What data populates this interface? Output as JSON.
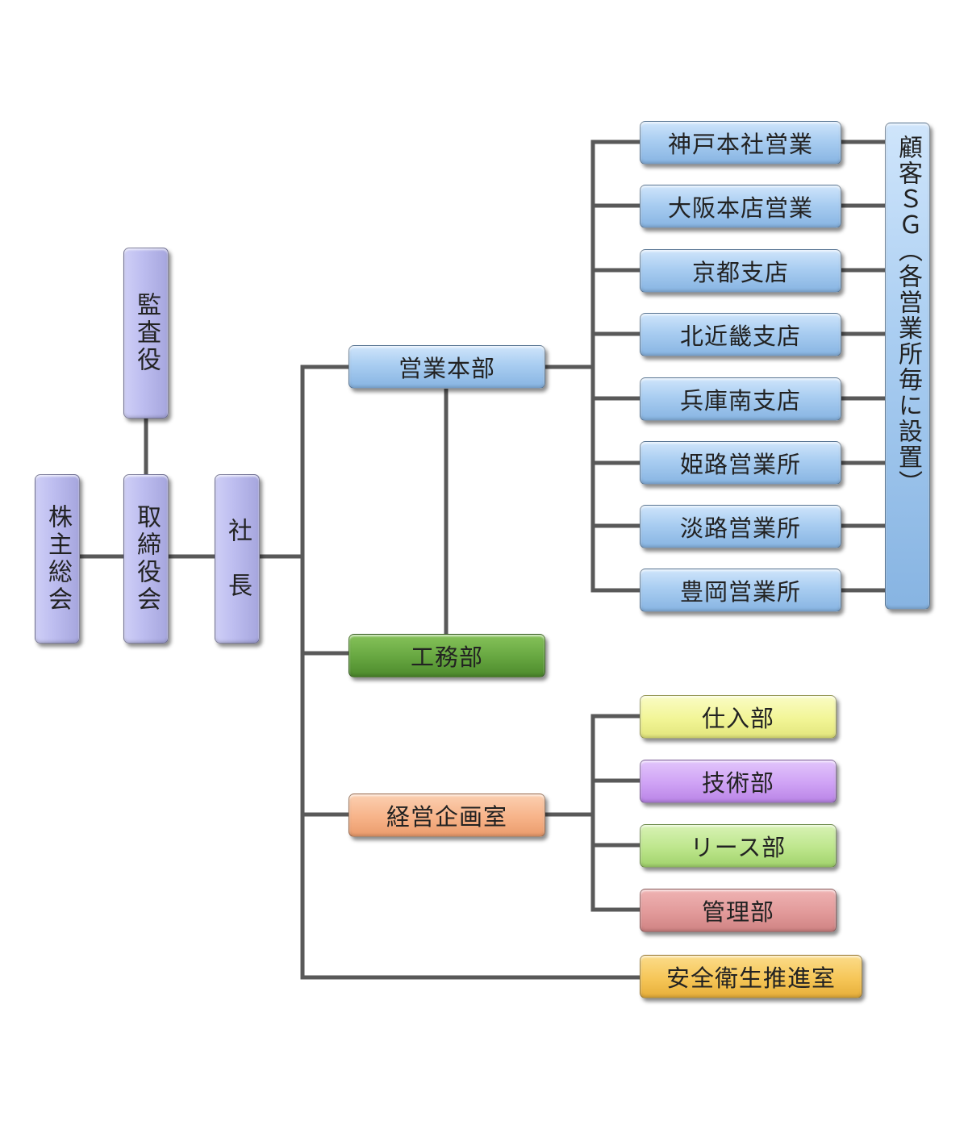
{
  "board": {
    "shareholders": "株主総会",
    "directors": "取締役会",
    "auditor": "監査役",
    "president": "社　長"
  },
  "departments": {
    "sales_hq": "営業本部",
    "construction": "工務部",
    "planning": "経営企画室",
    "safety": "安全衛生推進室"
  },
  "sales_offices": [
    "神戸本社営業",
    "大阪本店営業",
    "京都支店",
    "北近畿支店",
    "兵庫南支店",
    "姫路営業所",
    "淡路営業所",
    "豊岡営業所"
  ],
  "customer_sg": "顧客ＳＧ（各営業所毎に設置）",
  "planning_units": [
    "仕入部",
    "技術部",
    "リース部",
    "管理部"
  ]
}
